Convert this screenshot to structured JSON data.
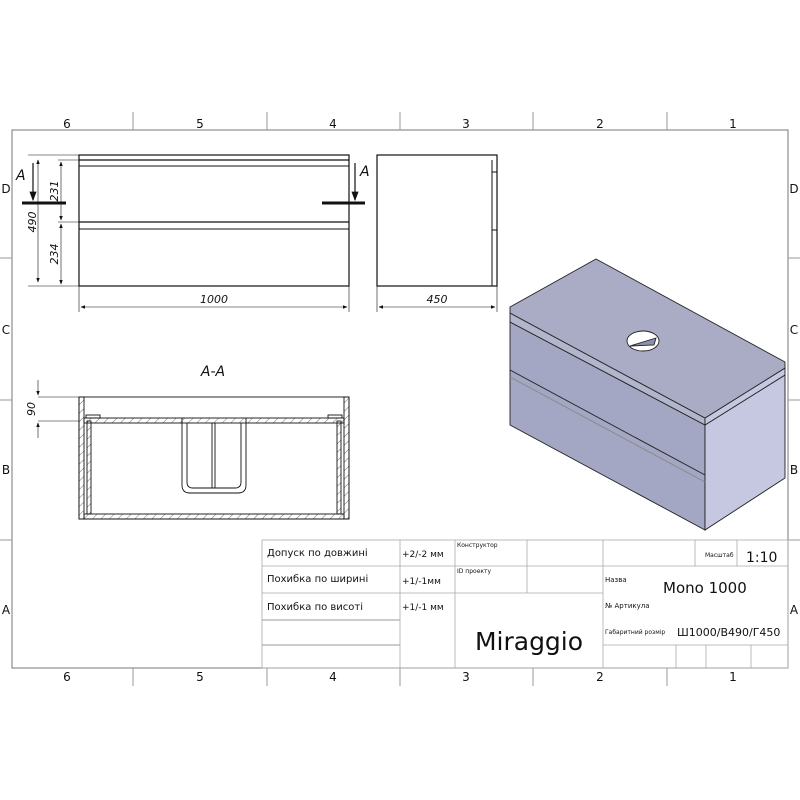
{
  "frame": {
    "columns": [
      "6",
      "5",
      "4",
      "3",
      "2",
      "1"
    ],
    "rows": [
      "D",
      "C",
      "B",
      "A"
    ]
  },
  "front_view": {
    "section_mark": "A",
    "dim_total_height": "490",
    "dim_top_drawer": "231",
    "dim_bottom_drawer": "234",
    "dim_width": "1000"
  },
  "side_view": {
    "section_mark": "A",
    "dim_depth": "450"
  },
  "section_view": {
    "title": "A-A",
    "dim_depth": "90"
  },
  "iso_view": {
    "color": "#a9acc4"
  },
  "title_block": {
    "tolerances": [
      {
        "label": "Допуск по довжині",
        "value": "+2/-2 мм"
      },
      {
        "label": "Похибка по ширині",
        "value": "+1/-1мм"
      },
      {
        "label": "Похибка по висоті",
        "value": "+1/-1 мм"
      }
    ],
    "designer_label": "Конструктор",
    "project_id_label": "ID проекту",
    "brand": "Miraggio",
    "scale_label": "Масштаб",
    "scale": "1:10",
    "name_label": "Назва",
    "name": "Mono 1000",
    "article_label": "№  Артикула",
    "dimensions_label": "Габаритний розмір",
    "dimensions": "Ш1000/В490/Г450"
  }
}
